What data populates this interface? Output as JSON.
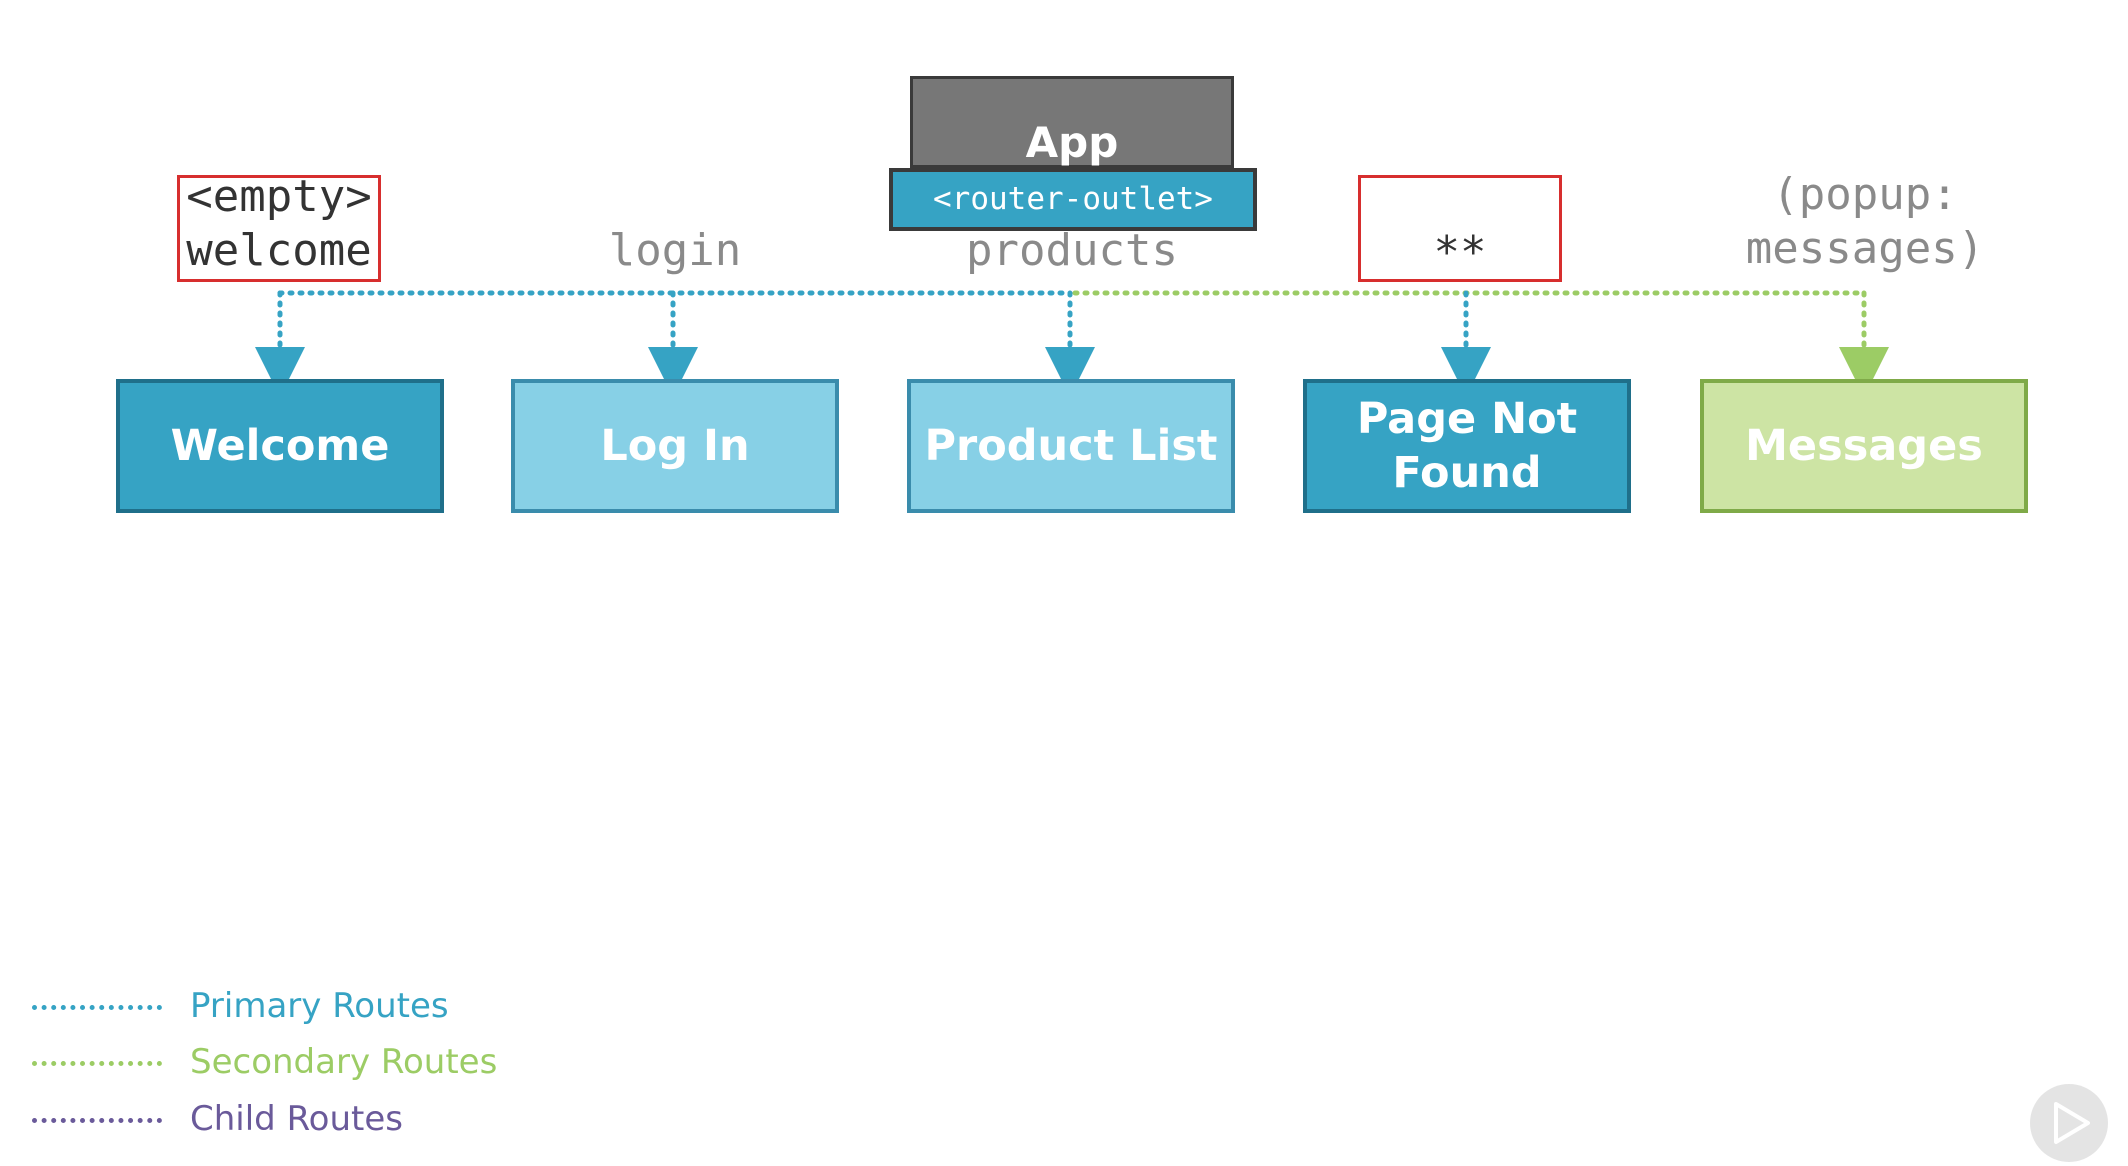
{
  "app": {
    "title": "App",
    "outlet": "<router-outlet>"
  },
  "paths": {
    "empty": "<empty>",
    "welcome": "welcome",
    "login": "login",
    "products": "products",
    "wildcard": "**",
    "popup_line1": "(popup:",
    "popup_line2": "messages)"
  },
  "routes": {
    "welcome": "Welcome",
    "login": "Log In",
    "product_list": "Product List",
    "page_not_found": "Page Not Found",
    "messages": "Messages"
  },
  "legend": {
    "primary": "Primary Routes",
    "secondary": "Secondary Routes",
    "child": "Child Routes"
  },
  "colors": {
    "primary": "#36a3c4",
    "secondary": "#9ccc65",
    "child": "#6a5a9a",
    "highlight": "#d72e2e"
  },
  "icons": {
    "play": "play-icon"
  }
}
